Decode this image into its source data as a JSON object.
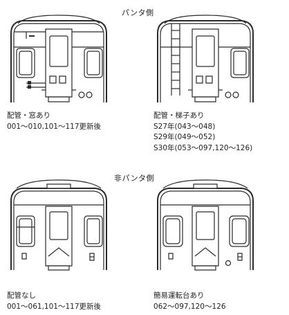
{
  "sections": {
    "pantograph_side": {
      "title": "パンタ側"
    },
    "non_pantograph_side": {
      "title": "非パンタ側"
    }
  },
  "variants": [
    {
      "key": "a",
      "lines": [
        "配管・窓あり",
        "001～010,101～117更新後"
      ]
    },
    {
      "key": "b",
      "lines": [
        "配管・梯子あり",
        "S27年(043～048)",
        "S29年(049～052)",
        "S30年(053～097,120～126)"
      ]
    },
    {
      "key": "c",
      "lines": [
        "配管なし",
        "001～061,101～117更新後"
      ]
    },
    {
      "key": "d",
      "lines": [
        "簡易運転台あり",
        "062～097,120～126"
      ]
    }
  ]
}
